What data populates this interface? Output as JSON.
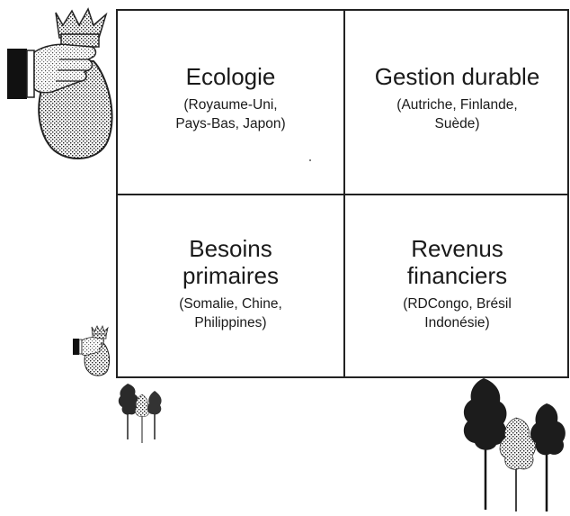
{
  "quadrants": {
    "top_left": {
      "title": "Ecologie",
      "subtitle": "(Royaume-Uni,\nPays-Bas, Japon)"
    },
    "top_right": {
      "title": "Gestion durable",
      "subtitle": "(Autriche, Finlande,\nSuède)"
    },
    "bottom_left": {
      "title": "Besoins\nprimaires",
      "subtitle": "(Somalie, Chine,\nPhilippines)"
    },
    "bottom_right": {
      "title": "Revenus\nfinanciers",
      "subtitle": "(RDCongo, Brésil\nIndonésie)"
    }
  },
  "icons": {
    "large_money": "hand-holding-large-money-bag-icon",
    "small_money": "hand-holding-small-money-bag-icon",
    "small_forest": "small-trees-icon",
    "large_forest": "large-trees-icon"
  }
}
